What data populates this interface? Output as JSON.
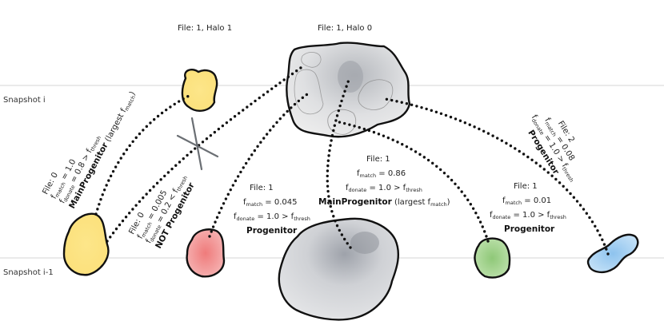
{
  "snapshots": {
    "upper": "Snapshot i",
    "lower": "Snapshot i-1"
  },
  "halo_headers": {
    "halo1": "File: 1, Halo 1",
    "halo0": "File: 1, Halo 0"
  },
  "labels": {
    "yellow": {
      "file": "File: 0",
      "fmatch": "f",
      "fmatch_sub": "match",
      "fmatch_val": " = 1.0",
      "fdonate": "f",
      "fdonate_sub": "donate",
      "fdonate_val": " = 0.8 > f",
      "fdonate_tail_sub": "thresh",
      "role": "MainProgenitor",
      "role_note": " (largest f",
      "role_note_sub": "match",
      "role_note_end": ")"
    },
    "red": {
      "file": "File: 0",
      "fmatch": "f",
      "fmatch_sub": "match",
      "fmatch_val": " = 0.005",
      "fdonate": "f",
      "fdonate_sub": "donate",
      "fdonate_val": " = 0.2 < f",
      "fdonate_tail_sub": "thresh",
      "role": "NOT Progenitor"
    },
    "small_red": {
      "file": "File: 1",
      "fmatch": "f",
      "fmatch_sub": "match",
      "fmatch_val": " = 0.045",
      "fdonate": "f",
      "fdonate_sub": "donate",
      "fdonate_val": " = 1.0 > f",
      "fdonate_tail_sub": "thresh",
      "role": "Progenitor"
    },
    "grey": {
      "file": "File: 1",
      "fmatch": "f",
      "fmatch_sub": "match",
      "fmatch_val": " = 0.86",
      "fdonate": "f",
      "fdonate_sub": "donate",
      "fdonate_val": " = 1.0 > f",
      "fdonate_tail_sub": "thresh",
      "role": "MainProgenitor",
      "role_note": " (largest f",
      "role_note_sub": "match",
      "role_note_end": ")"
    },
    "green": {
      "file": "File: 1",
      "fmatch": "f",
      "fmatch_sub": "match",
      "fmatch_val": " = 0.01",
      "fdonate": "f",
      "fdonate_sub": "donate",
      "fdonate_val": " = 1.0 > f",
      "fdonate_tail_sub": "thresh",
      "role": "Progenitor"
    },
    "blue": {
      "file": "File: 2",
      "fmatch": "f",
      "fmatch_sub": "match",
      "fmatch_val": " = 0.08",
      "fdonate": "f",
      "fdonate_sub": "donate",
      "fdonate_val": " = 1.0 > f",
      "fdonate_tail_sub": "thresh",
      "role": "Progenitor"
    }
  },
  "colors": {
    "yellow": "#fbe27a",
    "red": "#f08a8a",
    "grey": "#c9cbcf",
    "green": "#9fd08a",
    "blue": "#9ccbf0",
    "line": "#111111",
    "snapshot_line": "#bdbdbd"
  }
}
